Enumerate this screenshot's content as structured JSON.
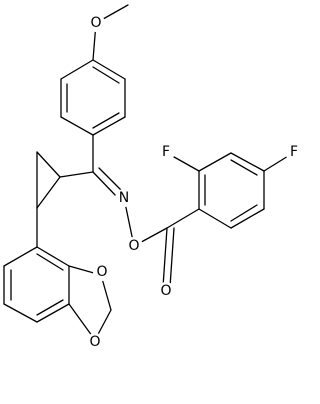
{
  "molecule": {
    "atom_labels": {
      "methoxy_oxygen": "O",
      "oxime_nitrogen": "N",
      "oxime_oxygen": "O",
      "carbonyl_oxygen": "O",
      "fluorine_ortho": "F",
      "fluorine_para": "F",
      "dioxole_oxygen_upper": "O",
      "dioxole_oxygen_lower": "O"
    }
  }
}
